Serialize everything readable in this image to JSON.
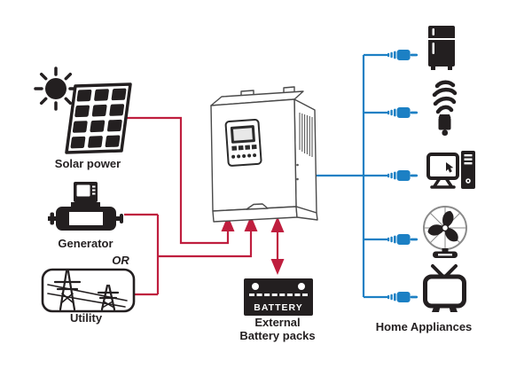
{
  "diagram": {
    "labels": {
      "solar": "Solar power",
      "generator": "Generator",
      "or": "OR",
      "utility": "Utility",
      "battery_box": "BATTERY",
      "battery_caption_1": "External",
      "battery_caption_2": "Battery packs",
      "appliances": "Home Appliances"
    },
    "sources": [
      "solar-panel-icon",
      "generator-icon",
      "utility-grid-icon"
    ],
    "center_unit": "inverter-icon",
    "storage": "battery-icon",
    "appliance_icons": [
      "refrigerator-icon",
      "cfl-bulb-icon",
      "desktop-computer-icon",
      "fan-icon",
      "tv-icon"
    ],
    "connector_icon": "power-plug-icon",
    "colors": {
      "input_line": "#bf1e3e",
      "output_line": "#1c80c4",
      "ink": "#231f20"
    }
  }
}
